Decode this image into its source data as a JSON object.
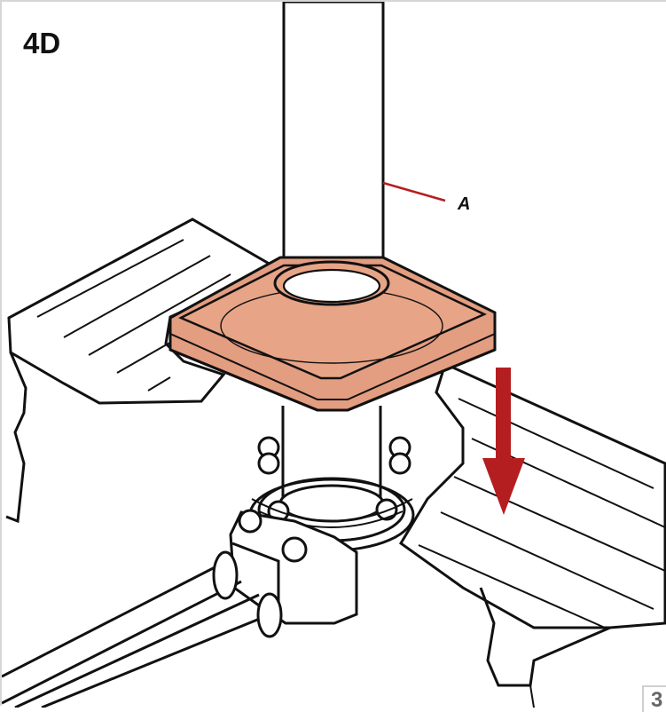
{
  "step_label": "4D",
  "callout_label": "A",
  "page_number": "3",
  "colors": {
    "plate_fill": "#e39d80",
    "plate_top": "#e8a487",
    "arrow": "#b51e20",
    "leader_line": "#b51e20",
    "outline": "#111111",
    "frame_border": "#d6d6d6"
  },
  "icons": {
    "arrow": "down-arrow-icon"
  }
}
